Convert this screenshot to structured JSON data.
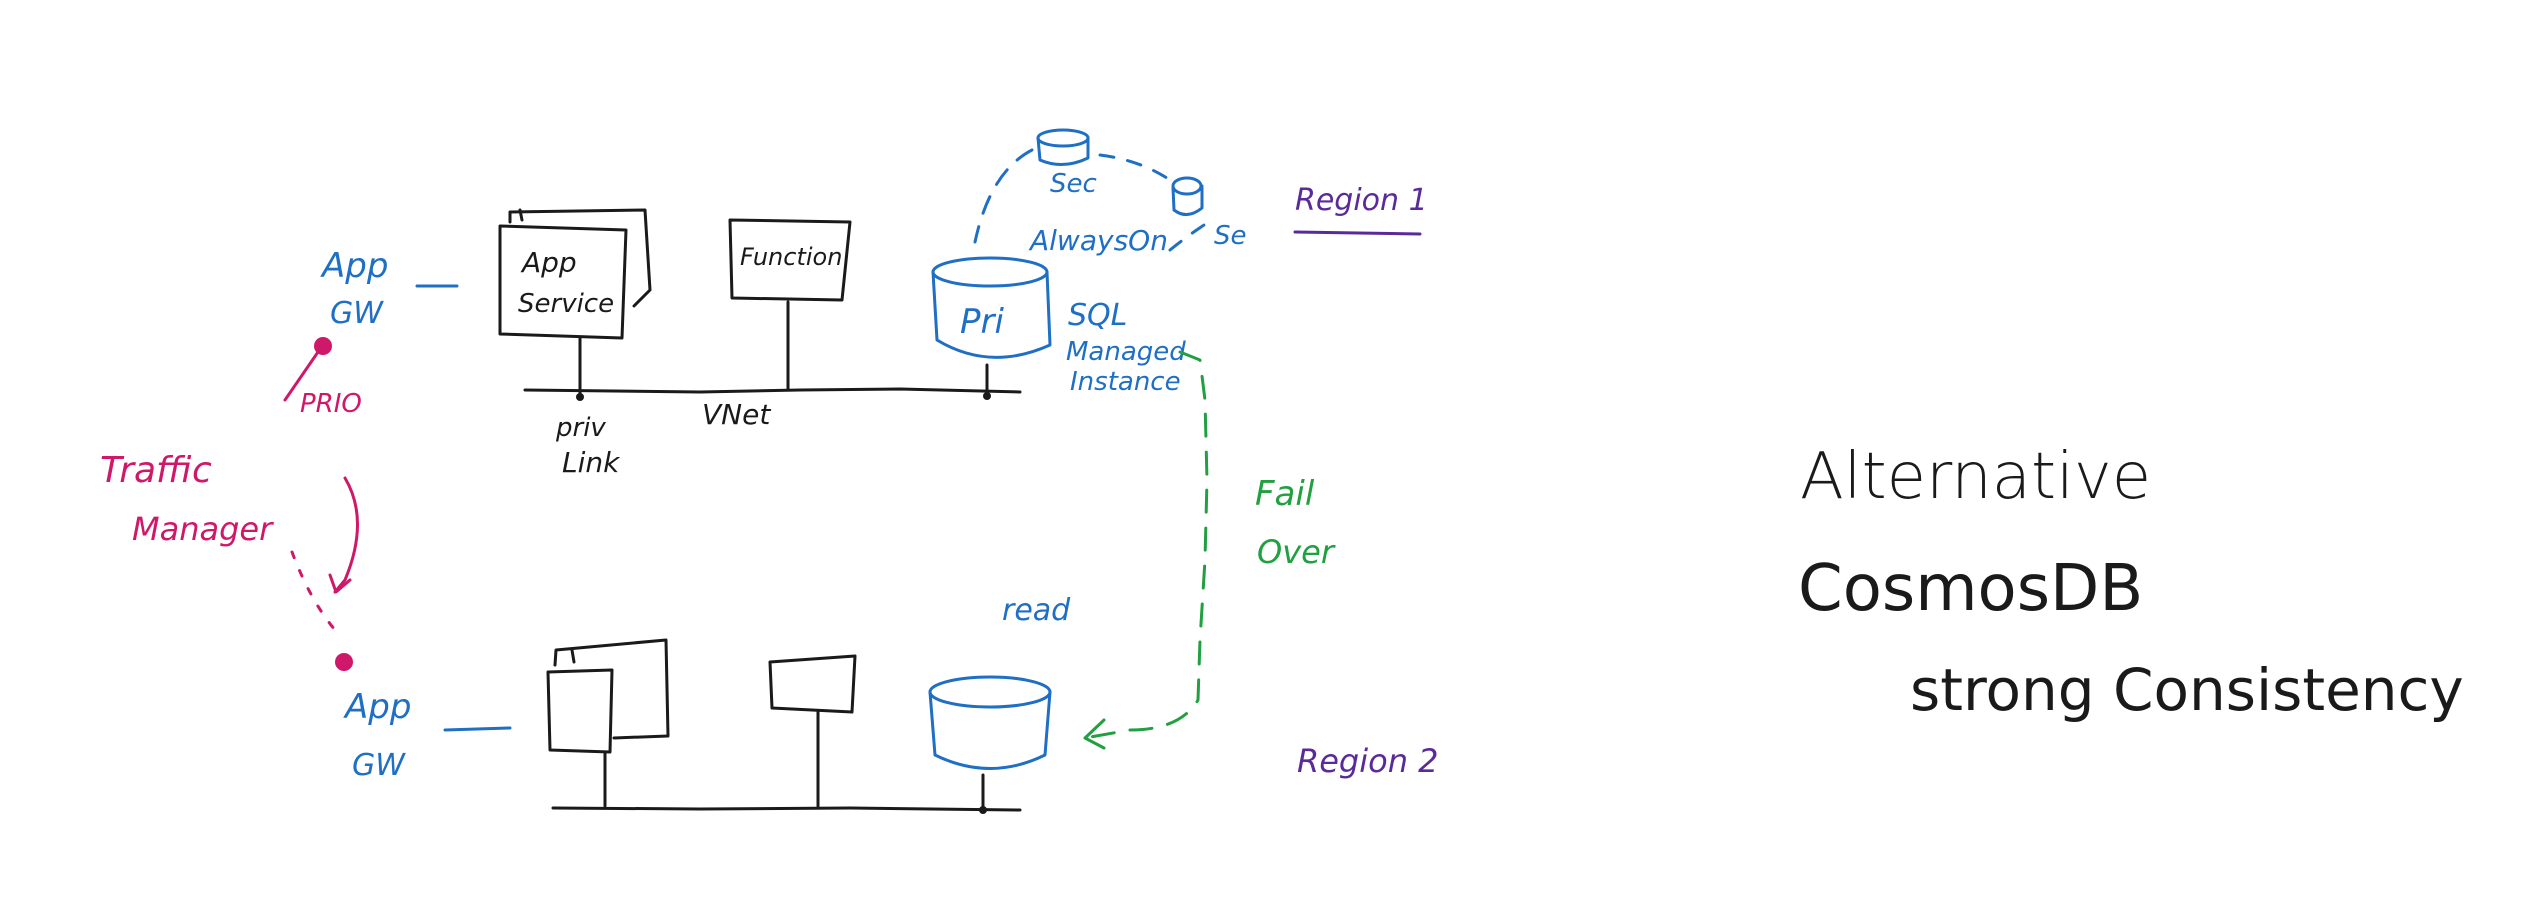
{
  "region1": {
    "app_gw": [
      "App",
      "GW"
    ],
    "app_service": [
      "App",
      "Service"
    ],
    "function": "Function",
    "primary_db": "Pri",
    "sql_mi": [
      "SQL",
      "Managed",
      "Instance"
    ],
    "secondary_top": "Sec",
    "secondary_right": "Se",
    "always_on": "AlwaysOn",
    "private_link": [
      "priv",
      "Link"
    ],
    "vnet": "VNet",
    "region_label": "Region 1"
  },
  "routing": {
    "traffic_manager": [
      "Traffic",
      "Manager"
    ],
    "prio": "PRIO"
  },
  "failover": [
    "Fail",
    "Over"
  ],
  "region2": {
    "app_gw": [
      "App",
      "GW"
    ],
    "read": "read",
    "region_label": "Region 2"
  },
  "alternative": {
    "line1": "Alternative",
    "line2": "CosmosDB",
    "line3": "strong Consistency"
  },
  "colors": {
    "black": "#1a1a1a",
    "blue": "#1f6fc4",
    "green": "#20a040",
    "pink": "#d0186a",
    "purple": "#5b2a9a"
  }
}
